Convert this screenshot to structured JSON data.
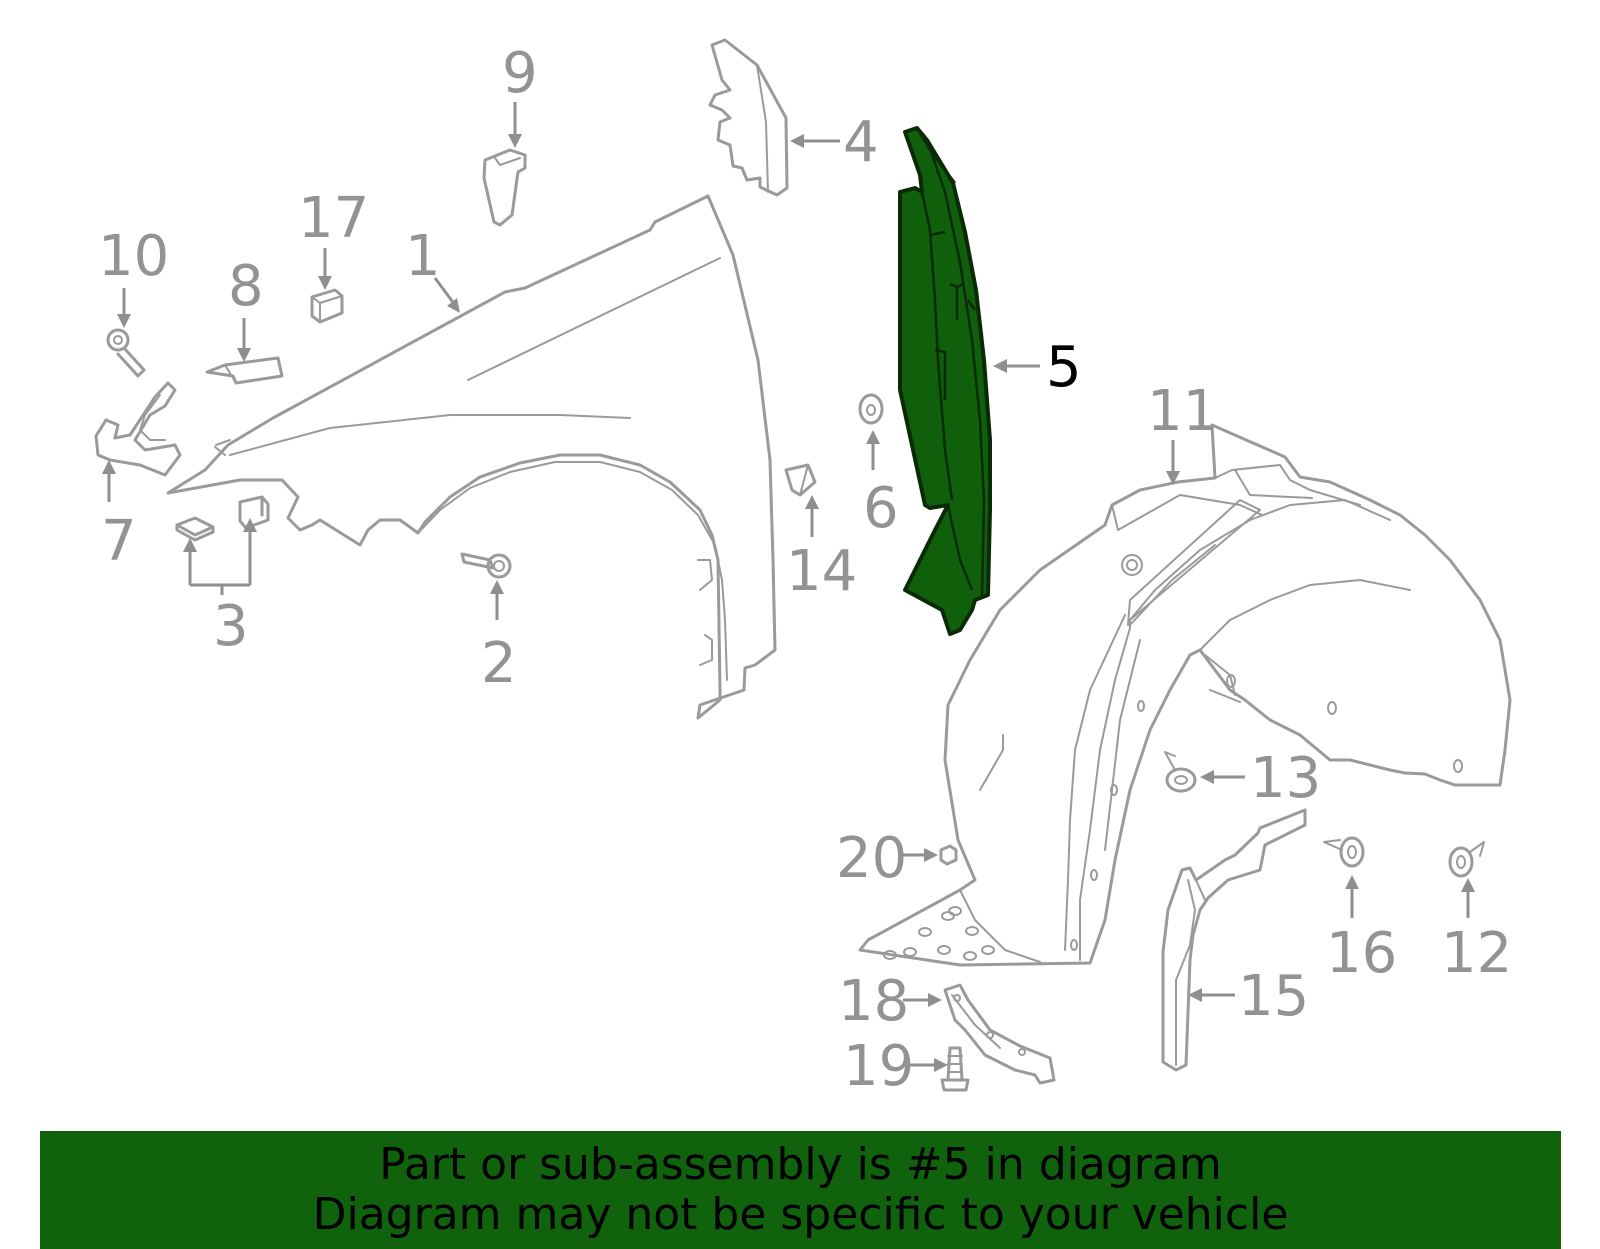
{
  "highlight_color": "#10620c",
  "highlighted_part": "5",
  "callouts": {
    "c1": "1",
    "c2": "2",
    "c3": "3",
    "c4": "4",
    "c5": "5",
    "c6": "6",
    "c7": "7",
    "c8": "8",
    "c9": "9",
    "c10": "10",
    "c11": "11",
    "c12": "12",
    "c13": "13",
    "c14": "14",
    "c15": "15",
    "c16": "16",
    "c17": "17",
    "c18": "18",
    "c19": "19",
    "c20": "20"
  },
  "banner": {
    "line1": "Part or sub-assembly is #5 in diagram",
    "line2": "Diagram may not be specific to your vehicle"
  }
}
